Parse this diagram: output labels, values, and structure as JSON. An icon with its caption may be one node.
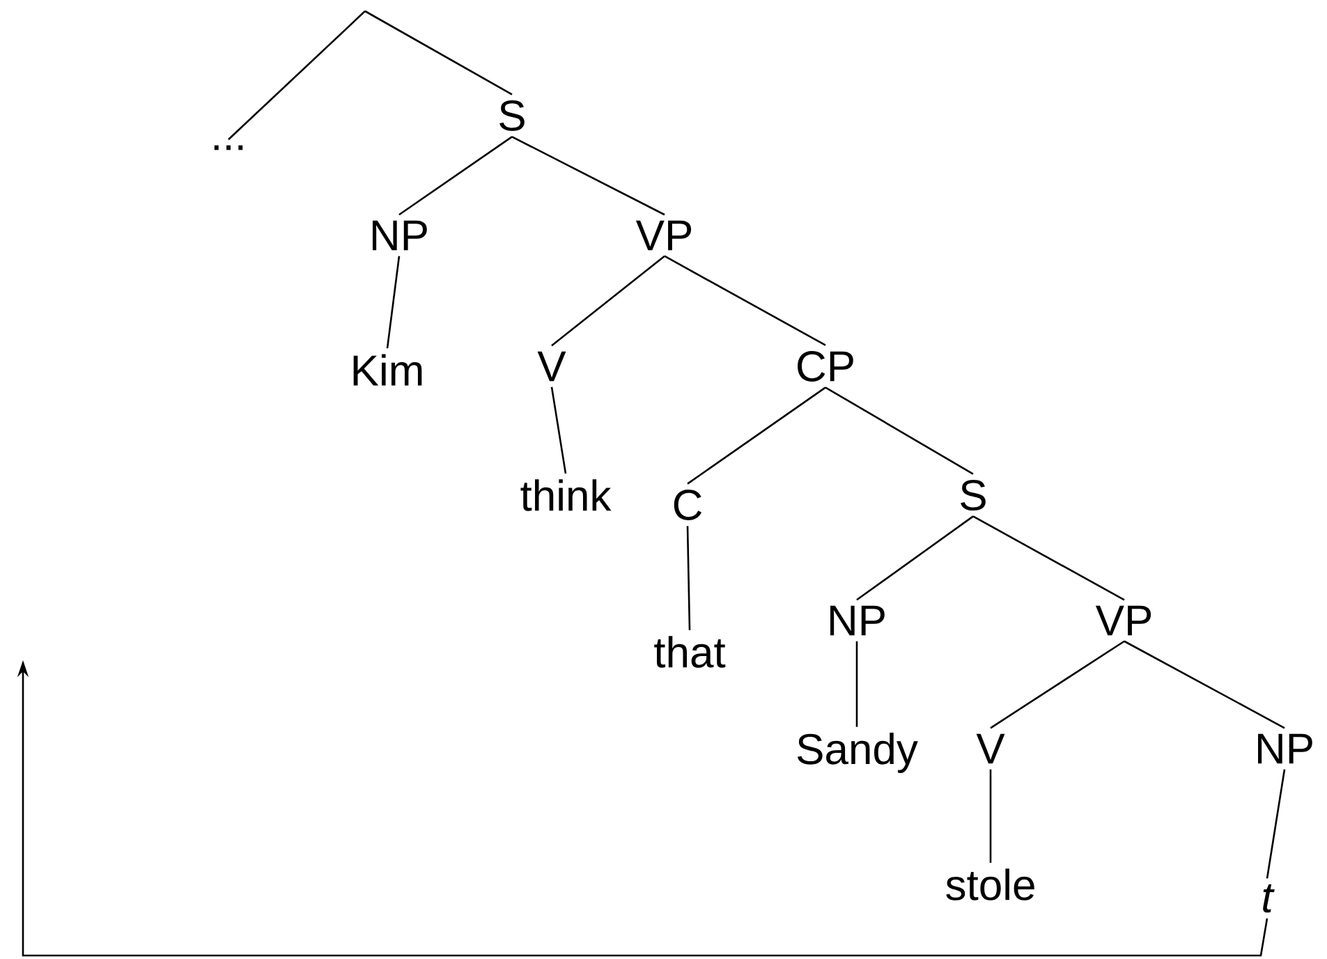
{
  "diagram": {
    "nodes": [
      {
        "text": [
          "..."
        ]
      },
      {
        "text": [
          "S"
        ]
      },
      {
        "text": [
          "NP"
        ]
      },
      {
        "text": [
          "VP"
        ]
      },
      {
        "text": [
          "Kim"
        ]
      },
      {
        "text": [
          "V"
        ]
      },
      {
        "text": [
          "CP"
        ]
      },
      {
        "text": [
          "think"
        ]
      },
      {
        "text": [
          "C"
        ]
      },
      {
        "text": [
          "S"
        ]
      },
      {
        "text": [
          "that"
        ]
      },
      {
        "text": [
          "NP"
        ]
      },
      {
        "text": [
          "VP"
        ]
      },
      {
        "text": [
          "Sandy"
        ]
      },
      {
        "text": [
          "V"
        ]
      },
      {
        "text": [
          "NP"
        ]
      },
      {
        "text": [
          "stole"
        ]
      },
      {
        "text": [
          "t"
        ]
      }
    ],
    "edges": [
      {
        "from": null,
        "to": 0,
        "arrow": "none"
      },
      {
        "from": null,
        "to": 1,
        "arrow": "none"
      },
      {
        "from": 1,
        "to": 2,
        "arrow": "none"
      },
      {
        "from": 1,
        "to": 3,
        "arrow": "none"
      },
      {
        "from": 2,
        "to": 4,
        "arrow": "none"
      },
      {
        "from": 3,
        "to": 5,
        "arrow": "none"
      },
      {
        "from": 3,
        "to": 6,
        "arrow": "none"
      },
      {
        "from": 5,
        "to": 7,
        "arrow": "none"
      },
      {
        "from": 6,
        "to": 8,
        "arrow": "none"
      },
      {
        "from": 6,
        "to": 9,
        "arrow": "none"
      },
      {
        "from": 8,
        "to": 10,
        "arrow": "none"
      },
      {
        "from": 9,
        "to": 11,
        "arrow": "none"
      },
      {
        "from": 9,
        "to": 12,
        "arrow": "none"
      },
      {
        "from": 11,
        "to": 13,
        "arrow": "none"
      },
      {
        "from": 12,
        "to": 14,
        "arrow": "none"
      },
      {
        "from": 12,
        "to": 15,
        "arrow": "none"
      },
      {
        "from": 14,
        "to": 16,
        "arrow": "none"
      },
      {
        "from": 15,
        "to": 17,
        "arrow": "none"
      },
      {
        "from": 17,
        "to": null,
        "arrow": "to"
      }
    ]
  }
}
